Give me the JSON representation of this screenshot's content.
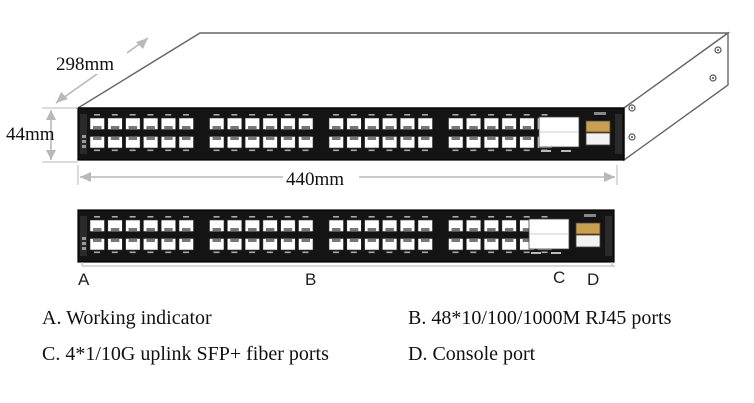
{
  "dimensions": {
    "depth": "298mm",
    "height": "44mm",
    "width": "440mm"
  },
  "callouts": {
    "a": "A",
    "b": "B",
    "c": "C",
    "d": "D"
  },
  "legend": [
    {
      "text": "A. Working indicator"
    },
    {
      "text": "B. 48*10/100/1000M RJ45 ports"
    },
    {
      "text": "C. 4*1/10G uplink SFP+ fiber ports"
    },
    {
      "text": "D. Console port"
    }
  ],
  "switch": {
    "rj45_port_count": 48,
    "sfp_port_count": 4,
    "port_groups": 4
  },
  "colors": {
    "panel": "#141414",
    "port": "#ffffff",
    "line": "#555555",
    "arrow": "#b8b8b8",
    "console": "#c8a050"
  }
}
